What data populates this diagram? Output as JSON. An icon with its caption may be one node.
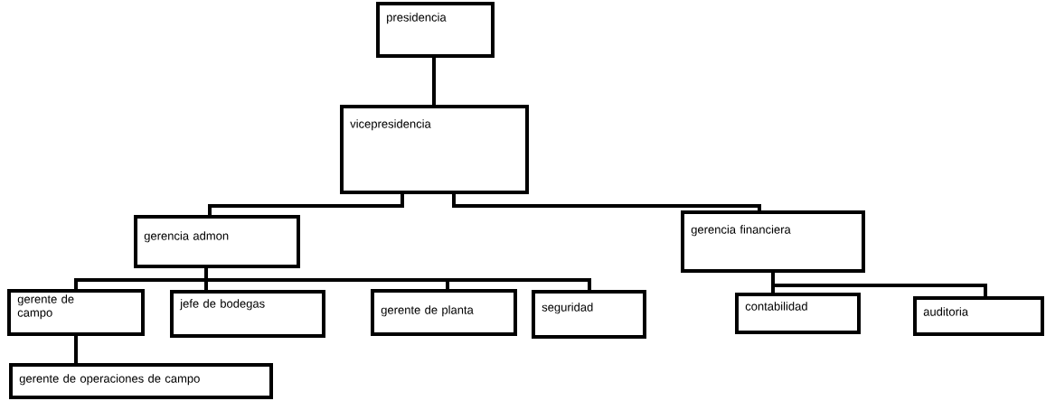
{
  "diagram": {
    "nodes": [
      {
        "text": [
          "presidencia"
        ]
      },
      {
        "text": [
          "vicepresidencia"
        ]
      },
      {
        "text": [
          "gerencia admon"
        ]
      },
      {
        "text": [
          "gerencia financiera"
        ]
      },
      {
        "text": [
          "gerente de campo"
        ]
      },
      {
        "text": [
          "jefe de bodegas"
        ]
      },
      {
        "text": [
          "gerente de planta"
        ]
      },
      {
        "text": [
          "seguridad"
        ]
      },
      {
        "text": [
          "contabilidad"
        ]
      },
      {
        "text": [
          "auditoria"
        ]
      },
      {
        "text": [
          "gerente de operaciones de campo"
        ]
      }
    ],
    "edges": [
      {
        "from": 0,
        "to": 1,
        "arrow": "none"
      },
      {
        "from": 1,
        "to": 2,
        "arrow": "none"
      },
      {
        "from": 1,
        "to": 3,
        "arrow": "none"
      },
      {
        "from": 2,
        "to": 4,
        "arrow": "none"
      },
      {
        "from": 2,
        "to": 5,
        "arrow": "none"
      },
      {
        "from": 2,
        "to": 6,
        "arrow": "none"
      },
      {
        "from": 2,
        "to": 7,
        "arrow": "none"
      },
      {
        "from": 3,
        "to": 8,
        "arrow": "none"
      },
      {
        "from": 3,
        "to": 9,
        "arrow": "none"
      },
      {
        "from": 4,
        "to": 10,
        "arrow": "none"
      }
    ]
  }
}
